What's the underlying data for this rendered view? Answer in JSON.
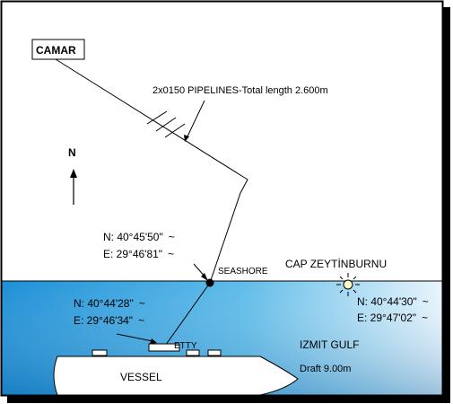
{
  "labels": {
    "origin": "CAMAR",
    "pipeline": "2x0150 PIPELINES-Total length 2.600m",
    "north": "N",
    "seashore": "SEASHORE",
    "cape": "CAP ZEYTİNBURNU",
    "jetty": "ETTY",
    "gulf": "IZMIT GULF",
    "draft": "Draft 9.00m",
    "vessel": "VESSEL"
  },
  "coordinates": {
    "seashore": {
      "lat": "N: 40°45'50\"",
      "lon": "E: 29°46'81\""
    },
    "jetty": {
      "lat": "N: 40°44'28\"",
      "lon": "E: 29°46'34\""
    },
    "cape": {
      "lat": "N: 40°44'30\"",
      "lon": "E: 29°47'02\""
    }
  },
  "tilde": "~",
  "colors": {
    "sea_top": "#3fa9e6",
    "sea_bottom": "#0d6fb3",
    "sea_fade": "#e9f5fc",
    "border": "#000000",
    "shadow": "#000000"
  }
}
